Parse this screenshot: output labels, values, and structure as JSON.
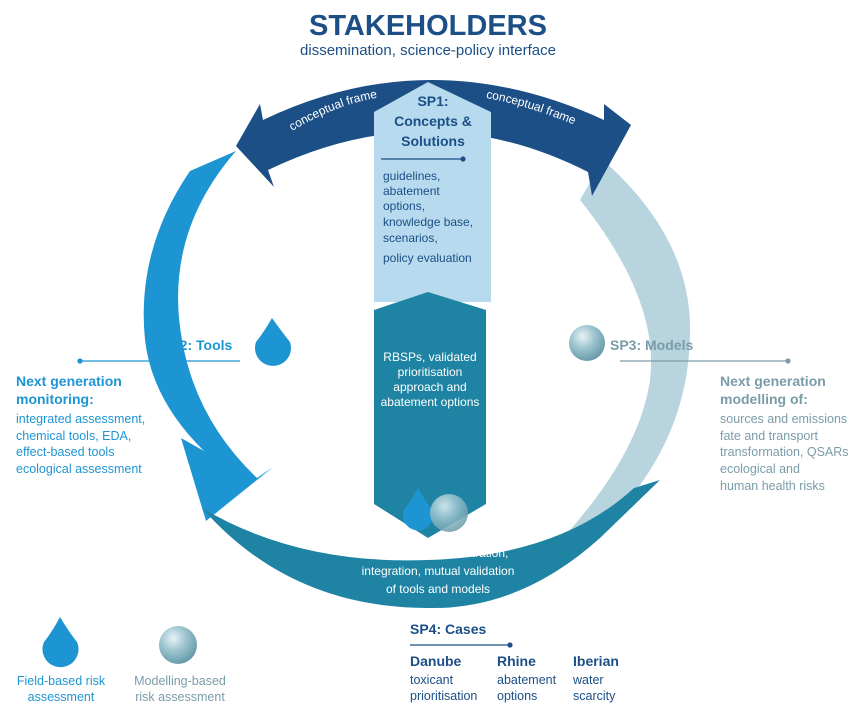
{
  "header": {
    "title": "STAKEHOLDERS",
    "subtitle": "dissemination, science-policy interface"
  },
  "cycle": {
    "arrow_left_label": "conceptual frame",
    "arrow_right_label": "conceptual frame"
  },
  "sp1": {
    "title_lines": [
      "SP1:",
      "Concepts &",
      "Solutions"
    ],
    "items": [
      "guidelines,",
      "abatement",
      "options,",
      "knowledge base,",
      "scenarios,",
      "policy evaluation"
    ]
  },
  "center_arrow": {
    "lines": [
      "RBSPs, validated",
      "prioritisation",
      "approach and",
      "abatement options"
    ]
  },
  "sp2": {
    "label": "SP2: Tools",
    "heading_lines": [
      "Next generation",
      "monitoring:"
    ],
    "items": [
      "integrated assessment,",
      "chemical tools, EDA,",
      "effect-based tools",
      "ecological assessment"
    ]
  },
  "sp3": {
    "label": "SP3: Models",
    "heading_lines": [
      "Next generation",
      "modelling of:"
    ],
    "items": [
      "sources and emissions",
      "fate and transport",
      "transformation, QSARs",
      "ecological and",
      "human health risks"
    ]
  },
  "bottom_arrow": {
    "lines": [
      "evaluation, demonstration,",
      "integration, mutual validation",
      "of tools and models"
    ]
  },
  "sp4": {
    "title": "SP4: Cases",
    "cases": [
      {
        "name": "Danube",
        "lines": [
          "toxicant",
          "prioritisation"
        ]
      },
      {
        "name": "Rhine",
        "lines": [
          "abatement",
          "options"
        ]
      },
      {
        "name": "Iberian",
        "lines": [
          "water",
          "scarcity"
        ]
      }
    ]
  },
  "legend": {
    "field_lines": [
      "Field-based risk",
      "assessment"
    ],
    "model_lines": [
      "Modelling-based",
      "risk assessment"
    ]
  },
  "colors": {
    "dark_blue": "#1b4f86",
    "mid_blue": "#1e95d3",
    "teal": "#1f84a3",
    "pale_grey_blue": "#b8d4de",
    "light_blue": "#b7daee",
    "sp1_text": "#1b4f86",
    "grey_text": "#7a9ca9"
  }
}
